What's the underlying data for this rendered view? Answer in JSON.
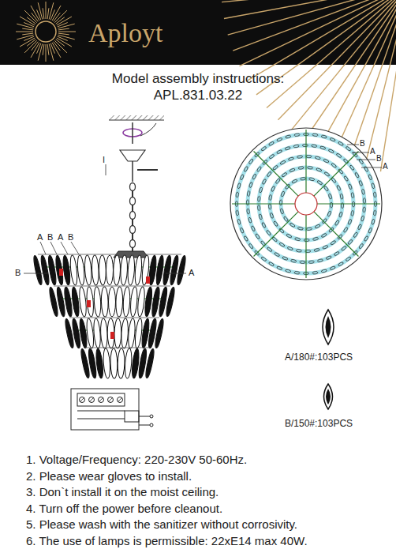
{
  "diagram": {
    "title": "Model assembly instructions:",
    "labels": [
      "Aployt",
      "APL.831.03.22",
      "I",
      "A",
      "B",
      "A",
      "B",
      "B",
      "A",
      "B",
      "A",
      "B",
      "A",
      "A/180#:103PCS",
      "B/150#:103PCS",
      "1. Voltage/Frequency: 220-230V 50-60Hz.",
      "2. Please wear gloves to install.",
      "3. Don`t install it on the moist ceiling.",
      "4. Turn off the power before cleanout.",
      "5. Please wash with the sanitizer without corrosivity.",
      "6. The use of lamps is permissible: 22xE14 max 40W."
    ]
  }
}
